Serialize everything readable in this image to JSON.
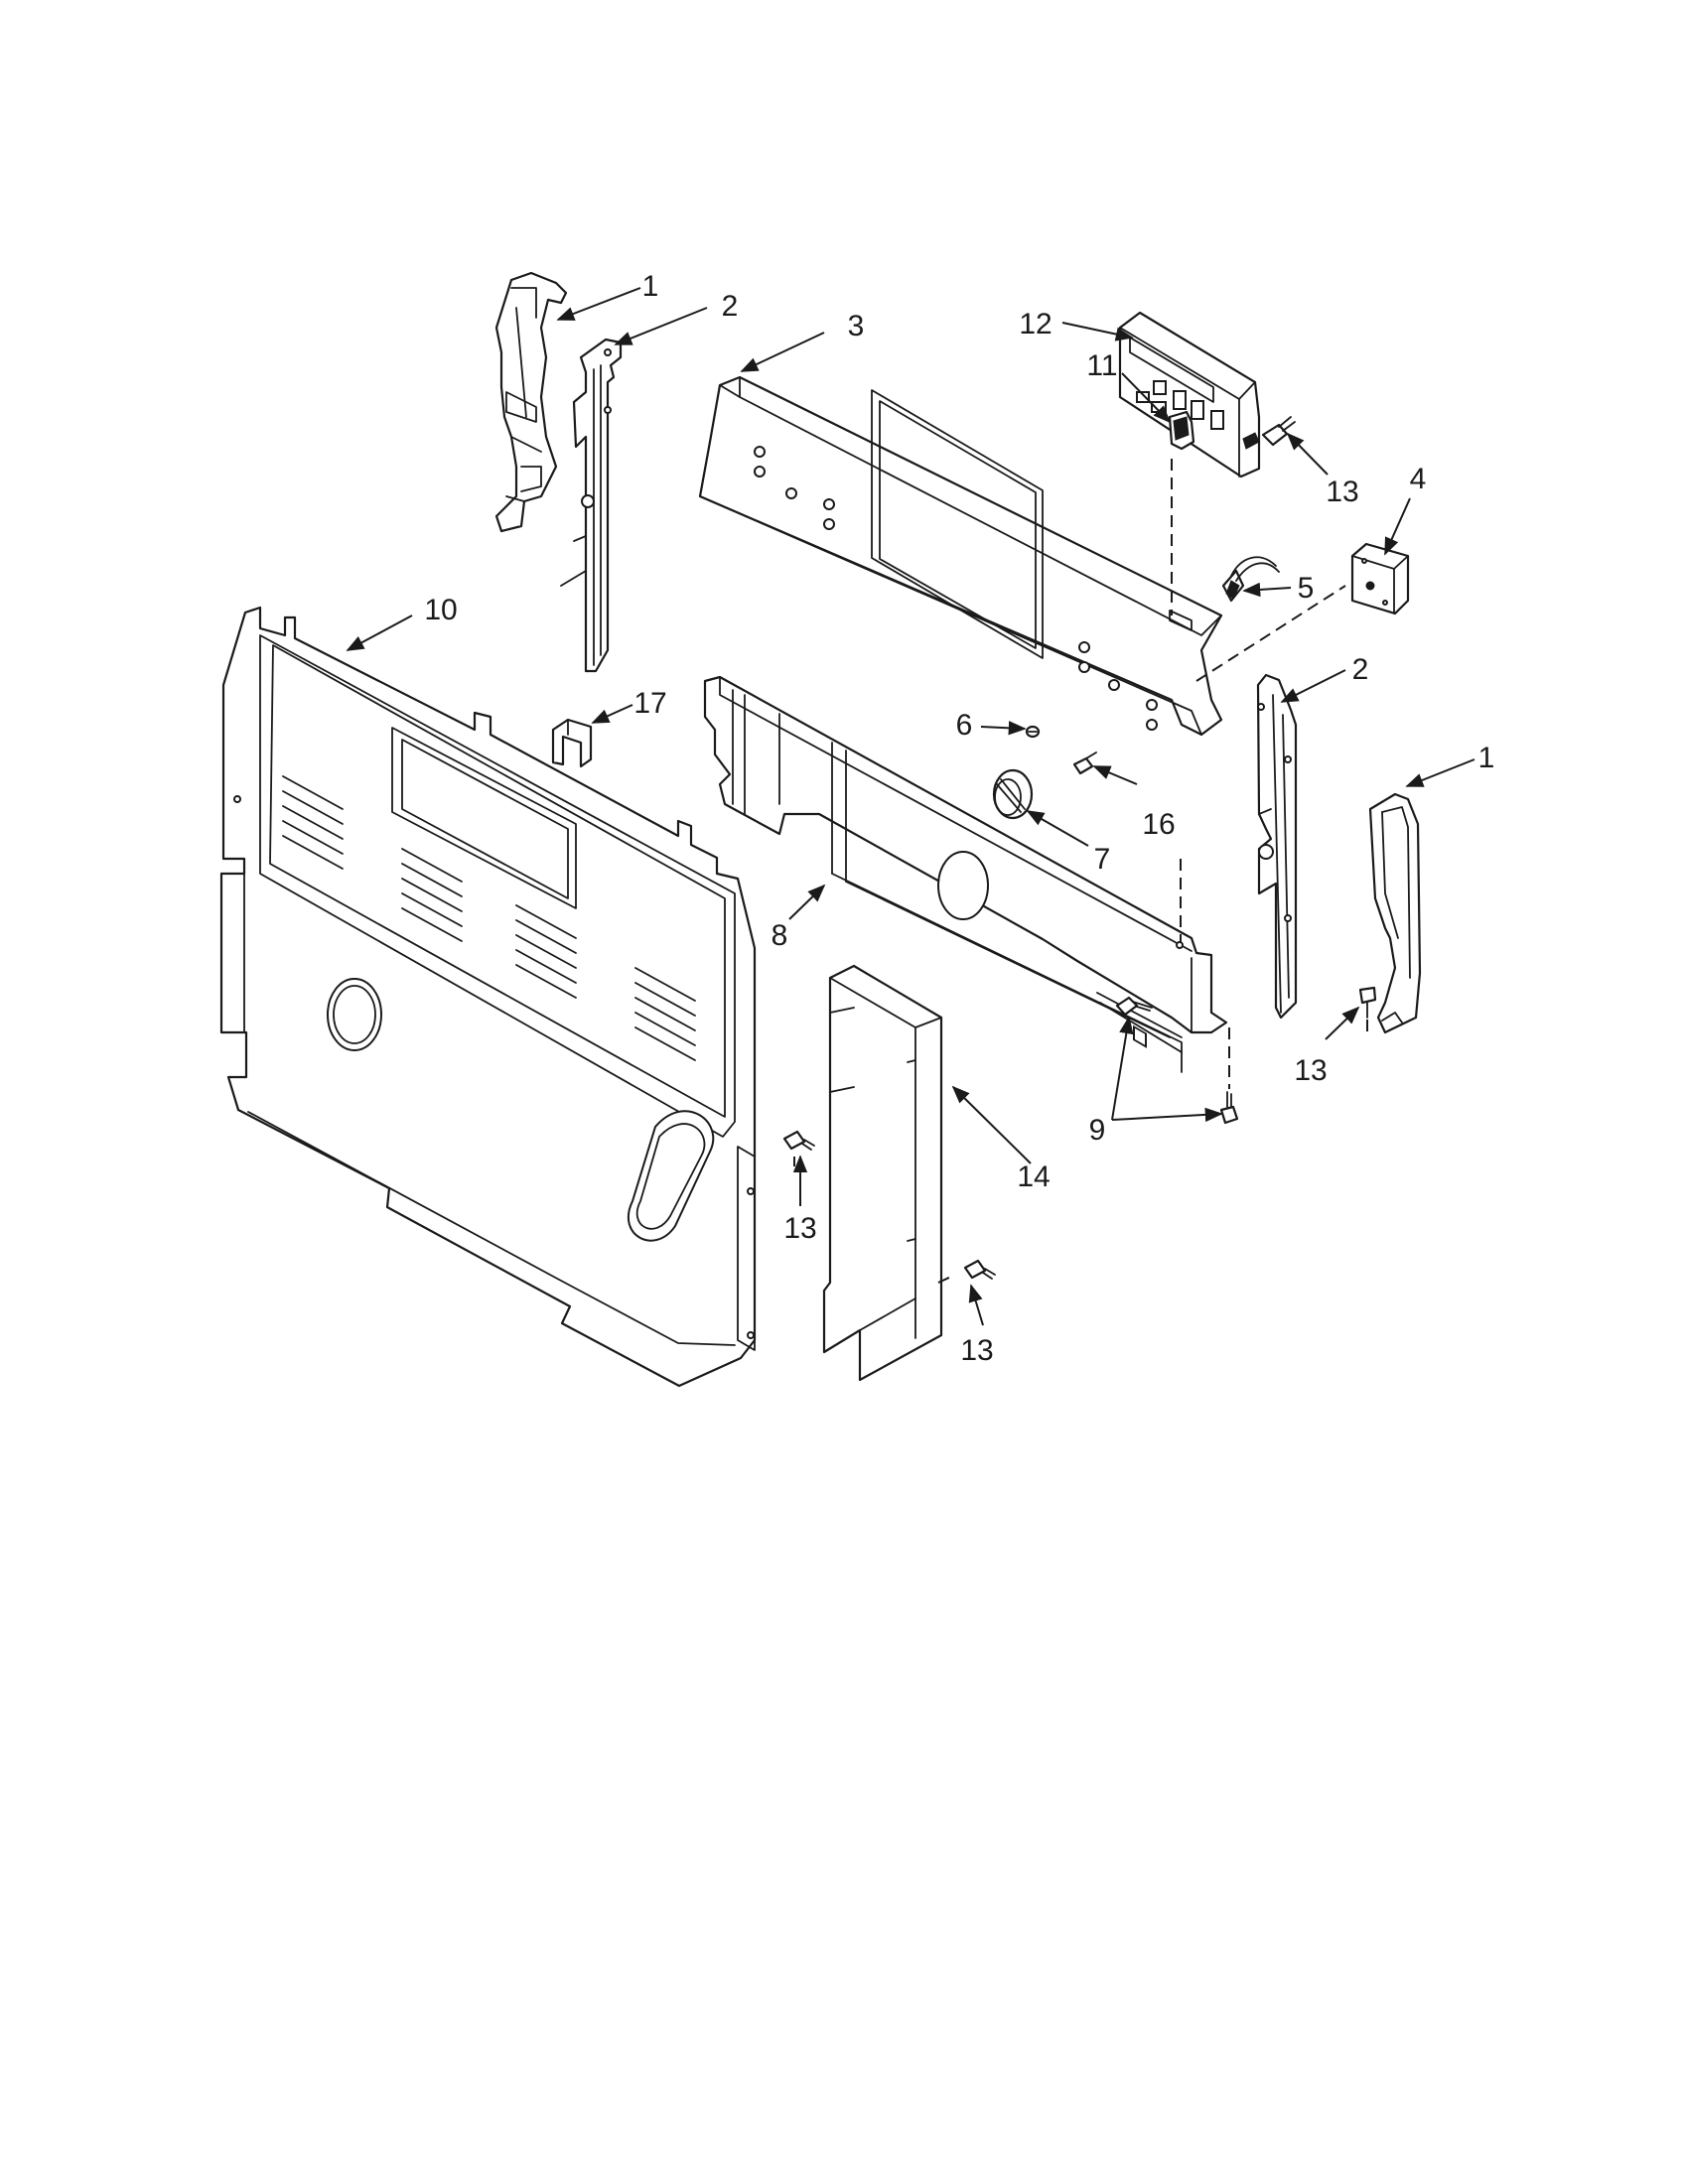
{
  "diagram": {
    "callouts": [
      {
        "id": "c1a",
        "label": "1"
      },
      {
        "id": "c2a",
        "label": "2"
      },
      {
        "id": "c3",
        "label": "3"
      },
      {
        "id": "c12",
        "label": "12"
      },
      {
        "id": "c13a",
        "label": "13"
      },
      {
        "id": "c4",
        "label": "4"
      },
      {
        "id": "c11",
        "label": "11"
      },
      {
        "id": "c5",
        "label": "5"
      },
      {
        "id": "c10",
        "label": "10"
      },
      {
        "id": "c17",
        "label": "17"
      },
      {
        "id": "c2b",
        "label": "2"
      },
      {
        "id": "c1b",
        "label": "1"
      },
      {
        "id": "c6",
        "label": "6"
      },
      {
        "id": "c16",
        "label": "16"
      },
      {
        "id": "c7",
        "label": "7"
      },
      {
        "id": "c8",
        "label": "8"
      },
      {
        "id": "c13b",
        "label": "13"
      },
      {
        "id": "c9",
        "label": "9"
      },
      {
        "id": "c14",
        "label": "14"
      },
      {
        "id": "c13c",
        "label": "13"
      },
      {
        "id": "c13d",
        "label": "13"
      }
    ]
  }
}
